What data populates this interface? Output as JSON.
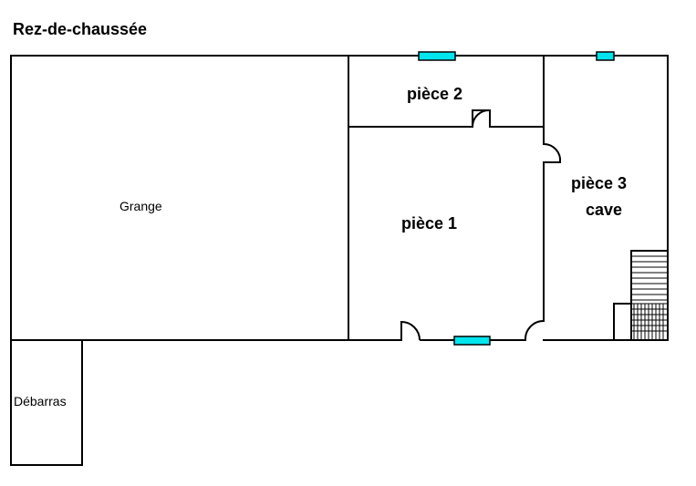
{
  "plan": {
    "title": "Rez-de-chaussée",
    "rooms": {
      "grange": "Grange",
      "debarras": "Débarras",
      "piece1": "pièce 1",
      "piece2": "pièce 2",
      "piece3_line1": "pièce 3",
      "piece3_line2": "cave"
    },
    "colors": {
      "wall": "#000000",
      "window_fill": "#00e5ee",
      "background": "#ffffff"
    },
    "elements": {
      "windows": 3,
      "doors": 4,
      "staircase": 1
    }
  }
}
